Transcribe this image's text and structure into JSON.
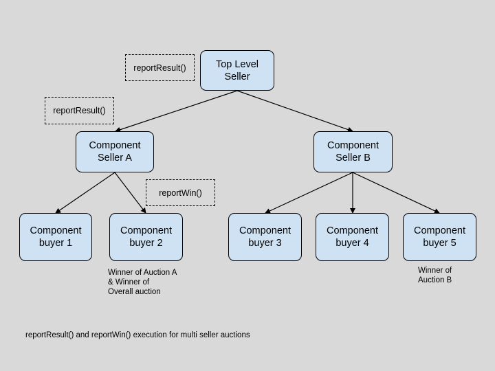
{
  "nodes": {
    "top_seller": "Top Level\nSeller",
    "seller_a": "Component\nSeller A",
    "seller_b": "Component\nSeller B",
    "buyer_1": "Component\nbuyer 1",
    "buyer_2": "Component\nbuyer 2",
    "buyer_3": "Component\nbuyer 3",
    "buyer_4": "Component\nbuyer 4",
    "buyer_5": "Component\nbuyer 5"
  },
  "calls": {
    "report_result_top": "reportResult()",
    "report_result_a": "reportResult()",
    "report_win": "reportWin()"
  },
  "notes": {
    "winner_a": "Winner of Auction A\n& Winner of\nOverall auction",
    "winner_b": "Winner of\nAuction B"
  },
  "caption": "reportResult() and reportWin() execution for multi seller auctions"
}
